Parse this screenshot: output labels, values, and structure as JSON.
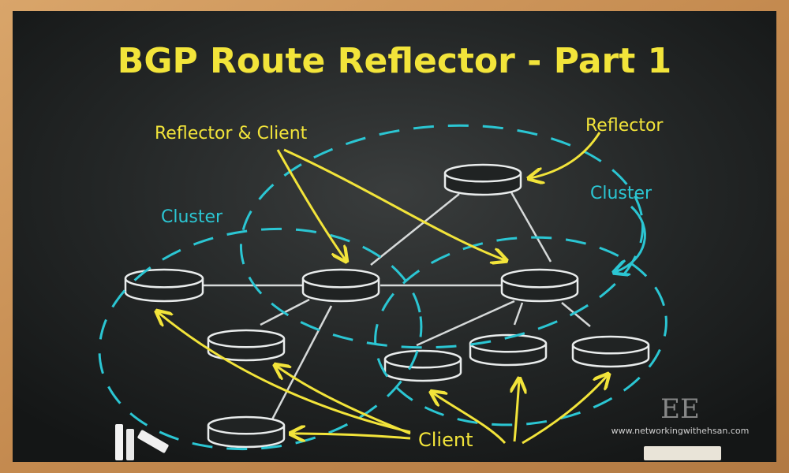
{
  "title": "BGP Route Reflector - Part 1",
  "labels": {
    "reflector_and_client": "Reflector & Client",
    "reflector": "Reflector",
    "cluster_left": "Cluster",
    "cluster_right": "Cluster",
    "client": "Client"
  },
  "watermark": {
    "logo_text": "EE",
    "url": "www.networkingwithehsan.com"
  },
  "colors": {
    "board": "#1c1f1f",
    "frame": "#c8955a",
    "chalk_white": "#e9ecec",
    "chalk_yellow": "#f2e43a",
    "chalk_cyan": "#2bc6d3"
  },
  "routers": [
    {
      "name": "router-top-reflector"
    },
    {
      "name": "router-left"
    },
    {
      "name": "router-center-reflector-client"
    },
    {
      "name": "router-right-reflector-client"
    },
    {
      "name": "router-left-client-1"
    },
    {
      "name": "router-left-client-2"
    },
    {
      "name": "router-right-client-1"
    },
    {
      "name": "router-right-client-2"
    },
    {
      "name": "router-right-client-3"
    }
  ]
}
